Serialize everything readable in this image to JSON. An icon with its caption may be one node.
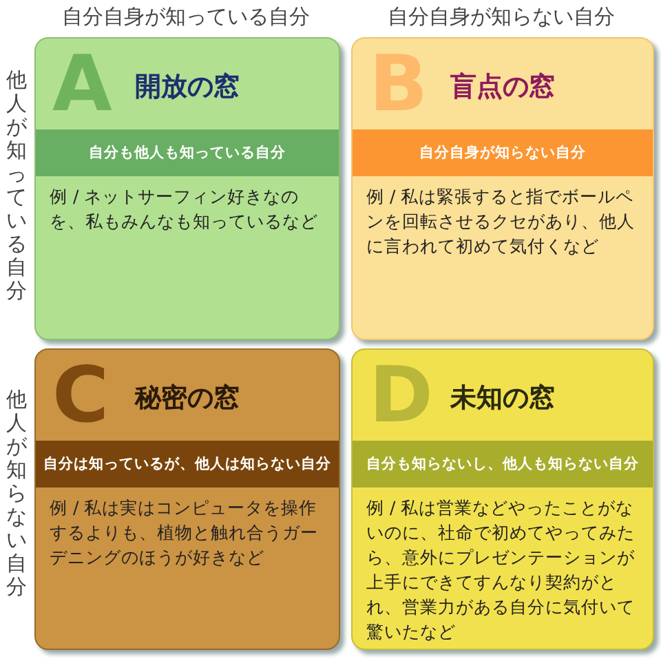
{
  "diagram": {
    "nodes": [
      {
        "text": [
          "A",
          "開放の窓",
          "自分も他人も知っている自分",
          "例 / ネットサーフィン好きなのを、私もみんなも知っているなど"
        ]
      },
      {
        "text": [
          "B",
          "盲点の窓",
          "自分自身が知らない自分",
          "例 / 私は緊張すると指でボールペンを回転させるクセがあり、他人に言われて初めて気付くなど"
        ]
      },
      {
        "text": [
          "C",
          "秘密の窓",
          "自分は知っているが、他人は知らない自分",
          "例 / 私は実はコンピュータを操作するよりも、植物と触れ合うガーデニングのほうが好きなど"
        ]
      },
      {
        "text": [
          "D",
          "未知の窓",
          "自分も知らないし、他人も知らない自分",
          "例 / 私は営業などやったことがないのに、社命で初めてやってみたら、意外にプレゼンテーションが上手にできてすんなり契約がとれ、営業力がある自分に気付いて驚いたなど"
        ]
      }
    ],
    "labels": [
      "自分自身が知っている自分",
      "自分自身が知らない自分",
      "他人が知っている自分",
      "他人が知らない自分"
    ]
  }
}
